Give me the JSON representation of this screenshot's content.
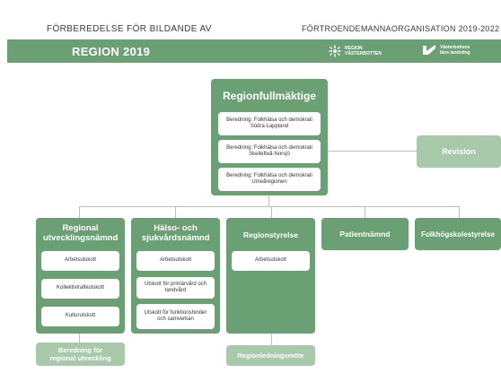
{
  "header": {
    "left": "FÖRBEREDELSE FÖR BILDANDE AV",
    "right": "FÖRTROENDEMANNAORGANISATION 2019-2022"
  },
  "band": {
    "title": "REGION 2019",
    "logo1_line1": "REGION",
    "logo1_line2": "VÄSTERBOTTEN",
    "logo2_line1": "Västerbottens",
    "logo2_line2": "läns landsting"
  },
  "top": {
    "title": "Regionfullmäktige",
    "cards": [
      "Beredning: Folkhälsa och demokrati Södra Lappland",
      "Beredning: Folkhälsa och demokrati Skellefteå-Norsjö",
      "Beredning: Folkhälsa och demokrati Umeåregionen"
    ]
  },
  "revision": "Revision",
  "columns": [
    {
      "title": "Regional utvecklingsnämnd",
      "cards": [
        "Arbetsutskott",
        "Kollektivtrafikutskott",
        "Kulturutskott"
      ],
      "footer": "Beredning för regional utveckling"
    },
    {
      "title": "Hälso- och sjukvårdsnämnd",
      "cards": [
        "Arbetsutskott",
        "Utskott för primärvård och tandvård",
        "Utskott för funktionshinder och samverkan"
      ]
    },
    {
      "title": "Regionstyrelse",
      "cards": [
        "Arbetsutskott"
      ],
      "footer": "Regionledningsmöte"
    },
    {
      "title": "Patientnämnd"
    },
    {
      "title": "Folkhögskolestyrelse"
    }
  ],
  "colors": {
    "green": "#6aa073",
    "light_green": "#a8c9aa",
    "connector": "#bfbfbf"
  }
}
